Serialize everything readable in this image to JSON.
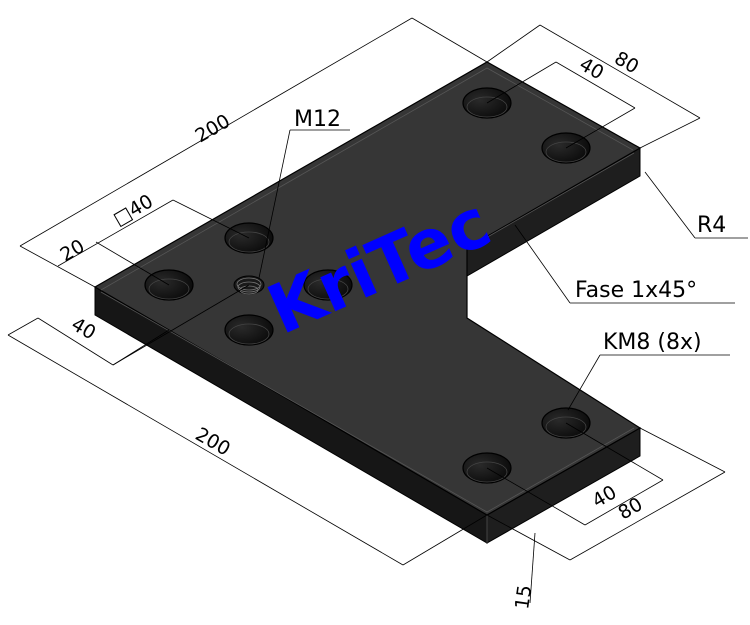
{
  "drawing": {
    "type": "isometric technical drawing",
    "part": "L-shaped plate",
    "watermark": {
      "text": "KriTec",
      "color": "#0000ff"
    },
    "colors": {
      "plate_top": "#363636",
      "plate_side": "#1c1c1c",
      "plate_side_dark": "#141414",
      "lines": "#000000",
      "background": "#ffffff"
    }
  },
  "dimensions": {
    "top_length": "200",
    "bottom_length": "200",
    "top_arm_width": "80",
    "top_hole_spacing": "40",
    "bottom_arm_width": "80",
    "bottom_hole_spacing": "40",
    "left_edge_offset": "20",
    "square_pattern": "□40",
    "left_offset_40": "40",
    "thickness": "15"
  },
  "callouts": {
    "thread": "M12",
    "radius": "R4",
    "chamfer": "Fase 1x45°",
    "counterbore": "KM8 (8x)"
  }
}
